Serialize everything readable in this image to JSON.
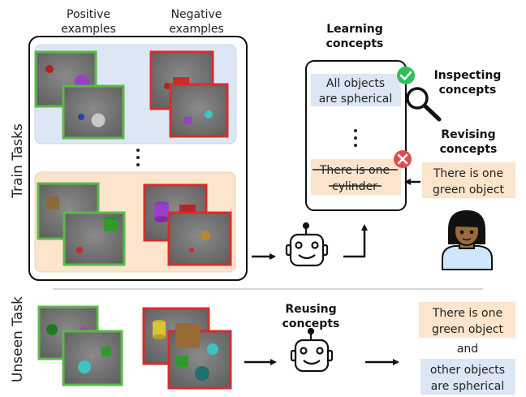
{
  "headers": {
    "positive": [
      "Positive",
      "examples"
    ],
    "negative": [
      "Negative",
      "examples"
    ]
  },
  "side_labels": {
    "train": "Train Tasks",
    "unseen": "Unseen Task"
  },
  "learning": {
    "title": [
      "Learning",
      "concepts"
    ],
    "concept_accepted": [
      "All objects",
      "are spherical"
    ],
    "ellipsis": ":",
    "concept_rejected": [
      "There is one",
      "cylinder"
    ]
  },
  "inspecting": [
    "Inspecting",
    "concepts"
  ],
  "revising": [
    "Revising",
    "concepts"
  ],
  "revision_text": [
    "There is one",
    "green object"
  ],
  "reusing": [
    "Reusing",
    "concepts"
  ],
  "unseen_result": {
    "first": [
      "There is one",
      "green object"
    ],
    "and": "and",
    "second": [
      "other objects",
      "are spherical"
    ]
  },
  "colors": {
    "positive_border": "#5cb84a",
    "negative_border": "#d62d2d",
    "blue_panel": "#dce6f5",
    "orange_panel": "#fde4cc",
    "check_green": "#2fbf5a",
    "cross_red": "#e24b4b",
    "skin": "#9c6b3c",
    "shirt": "#cfe6ff"
  },
  "icons": [
    "robot-icon",
    "person-icon",
    "magnifier-icon",
    "checkmark-icon",
    "cross-icon"
  ]
}
